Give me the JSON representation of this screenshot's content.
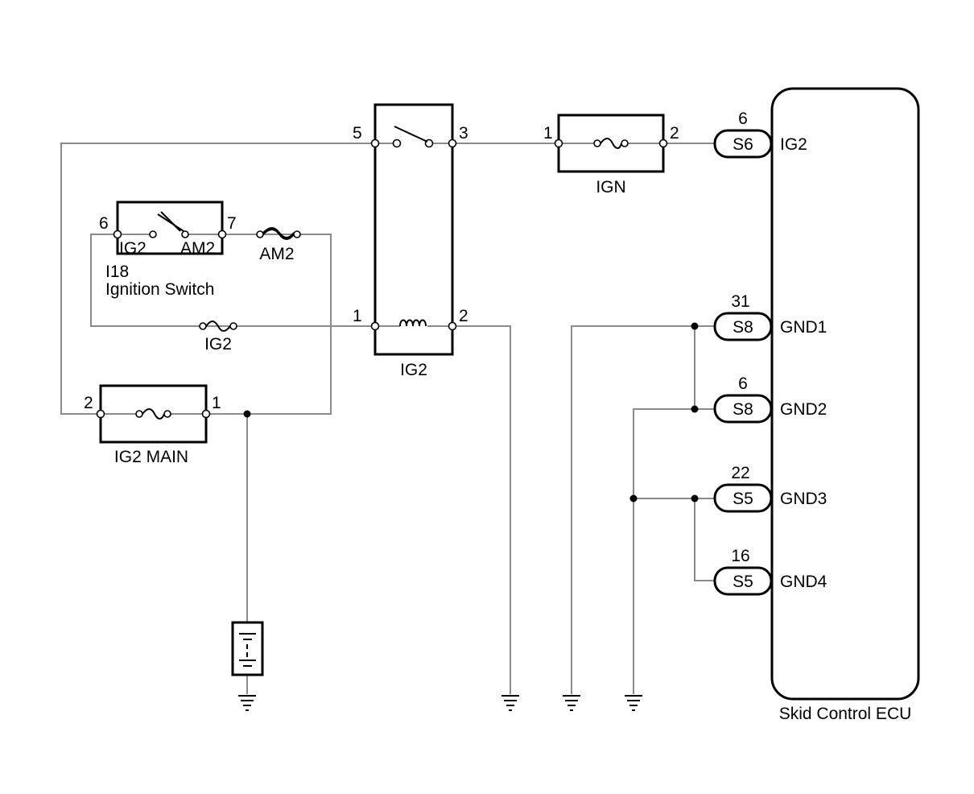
{
  "ig2_relay": {
    "name": "IG2",
    "pin_5": "5",
    "pin_3": "3",
    "pin_1": "1",
    "pin_2": "2"
  },
  "ign_fuse": {
    "name": "IGN",
    "pin_1": "1",
    "pin_2": "2"
  },
  "ignition_switch": {
    "code": "I18",
    "name": "Ignition Switch",
    "pin_6": "6",
    "pin_7": "7",
    "terminal_ig2": "IG2",
    "terminal_am2": "AM2"
  },
  "am2_fuse": {
    "name": "AM2"
  },
  "ig2_fuse": {
    "name": "IG2"
  },
  "ig2_main_fuse": {
    "name": "IG2 MAIN",
    "pin_2": "2",
    "pin_1": "1"
  },
  "ecu": {
    "name": "Skid Control ECU",
    "connectors": [
      {
        "pin": "6",
        "connector": "S6",
        "signal": "IG2"
      },
      {
        "pin": "31",
        "connector": "S8",
        "signal": "GND1"
      },
      {
        "pin": "6",
        "connector": "S8",
        "signal": "GND2"
      },
      {
        "pin": "22",
        "connector": "S5",
        "signal": "GND3"
      },
      {
        "pin": "16",
        "connector": "S5",
        "signal": "GND4"
      }
    ]
  }
}
